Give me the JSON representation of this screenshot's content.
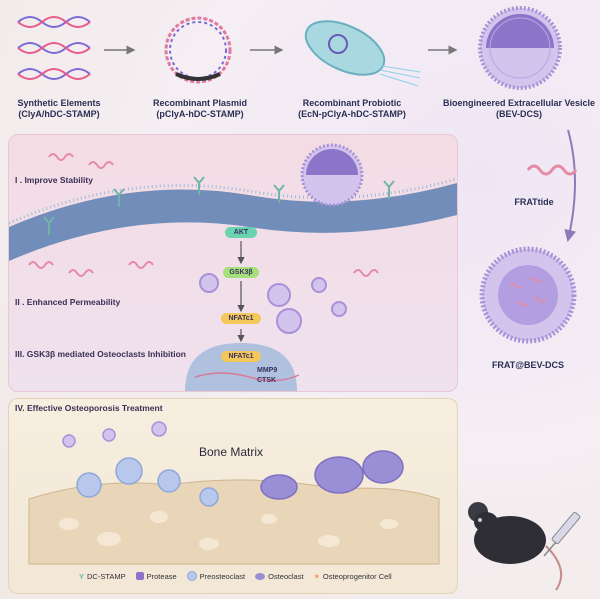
{
  "top_row": [
    {
      "title": "Synthetic Elements",
      "sub": "(ClyA/hDC-STAMP)"
    },
    {
      "title": "Recombinant Plasmid",
      "sub": "(pClyA-hDC-STAMP)"
    },
    {
      "title": "Recombinant Probiotic",
      "sub": "(EcN-pClyA-hDC-STAMP)"
    },
    {
      "title": "Bioengineered Extracellular Vesicle",
      "sub": "(BEV-DCS)"
    }
  ],
  "side": {
    "peptide": "FRATtide",
    "final": "FRAT@BEV-DCS"
  },
  "steps": {
    "s1": "I . Improve Stability",
    "s2": "II . Enhanced Permeability",
    "s3": "III. GSK3β mediated Osteoclasts Inhibition",
    "s4": "IV. Effective Osteoporosis Treatment"
  },
  "pathway": {
    "akt": "AKT",
    "gsk": "GSK3β",
    "nfat1": "NFATc1",
    "nfat2": "NFATc1",
    "mmp9": "MMP9",
    "ctsk": "CTSK"
  },
  "bone": {
    "title": "Bone Matrix"
  },
  "legend": [
    "DC-STAMP",
    "Protease",
    "Preosteoclast",
    "Osteoclast",
    "Osteoprogenitor Cell"
  ],
  "colors": {
    "membrane": "#5a7fb0",
    "vesicle": "#b9a6de",
    "bone": "#e9d6b8",
    "accent": "#ff6b8a"
  }
}
